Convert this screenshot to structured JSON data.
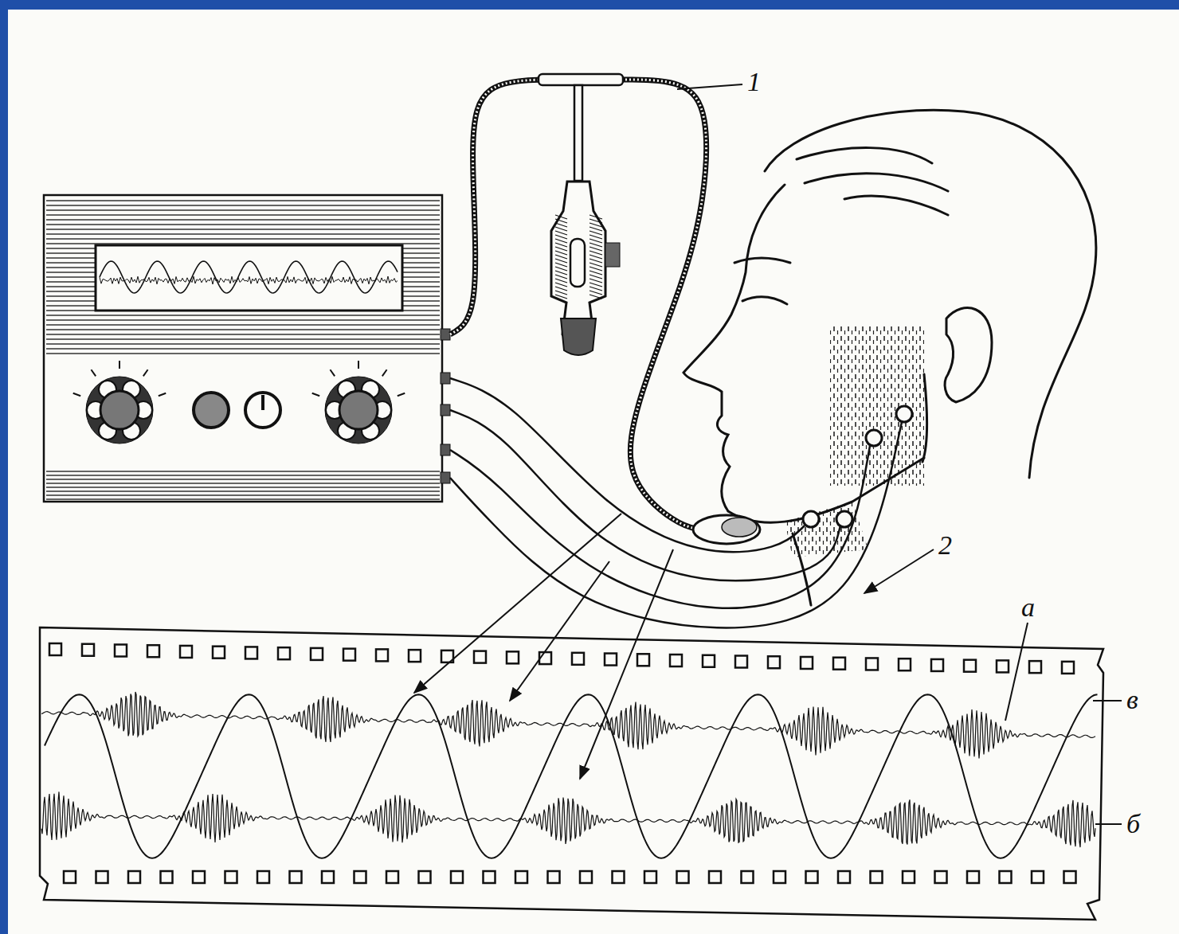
{
  "diagram": {
    "labels": [
      "1",
      "2",
      "а",
      "в",
      "б"
    ]
  }
}
